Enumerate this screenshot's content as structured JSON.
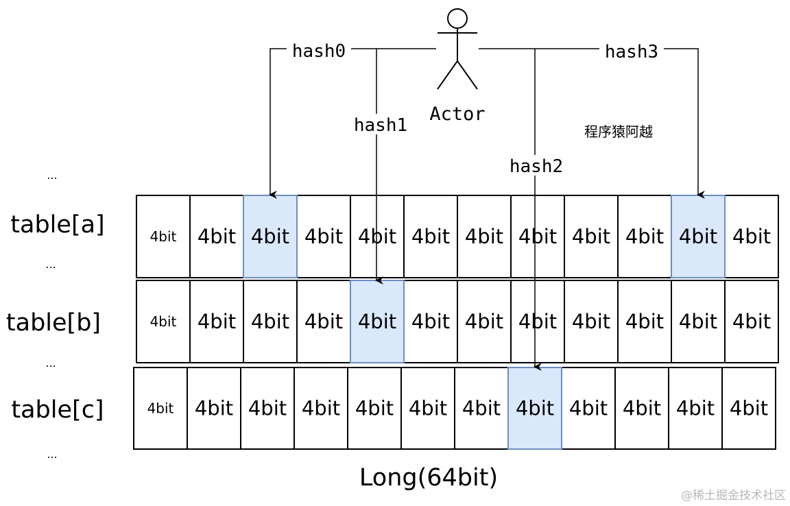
{
  "actor": {
    "label": "Actor"
  },
  "author_note": "程序猿阿越",
  "caption": "Long(64bit)",
  "watermark": "@稀土掘金技术社区",
  "ellipsis": "...",
  "cell_label": "4bit",
  "colors": {
    "highlight": "#dae8fc",
    "highlight_border": "#6c8ebf",
    "border": "#000000"
  },
  "hashes": [
    {
      "label": "hash0",
      "target_table": 0,
      "target_cell": 2
    },
    {
      "label": "hash1",
      "target_table": 1,
      "target_cell": 4
    },
    {
      "label": "hash2",
      "target_table": 2,
      "target_cell": 7
    },
    {
      "label": "hash3",
      "target_table": 0,
      "target_cell": 10
    }
  ],
  "tables": [
    {
      "label": "table[a]",
      "cells": 12,
      "highlighted": [
        2,
        10
      ]
    },
    {
      "label": "table[b]",
      "cells": 12,
      "highlighted": [
        4
      ]
    },
    {
      "label": "table[c]",
      "cells": 12,
      "highlighted": [
        7
      ]
    }
  ]
}
